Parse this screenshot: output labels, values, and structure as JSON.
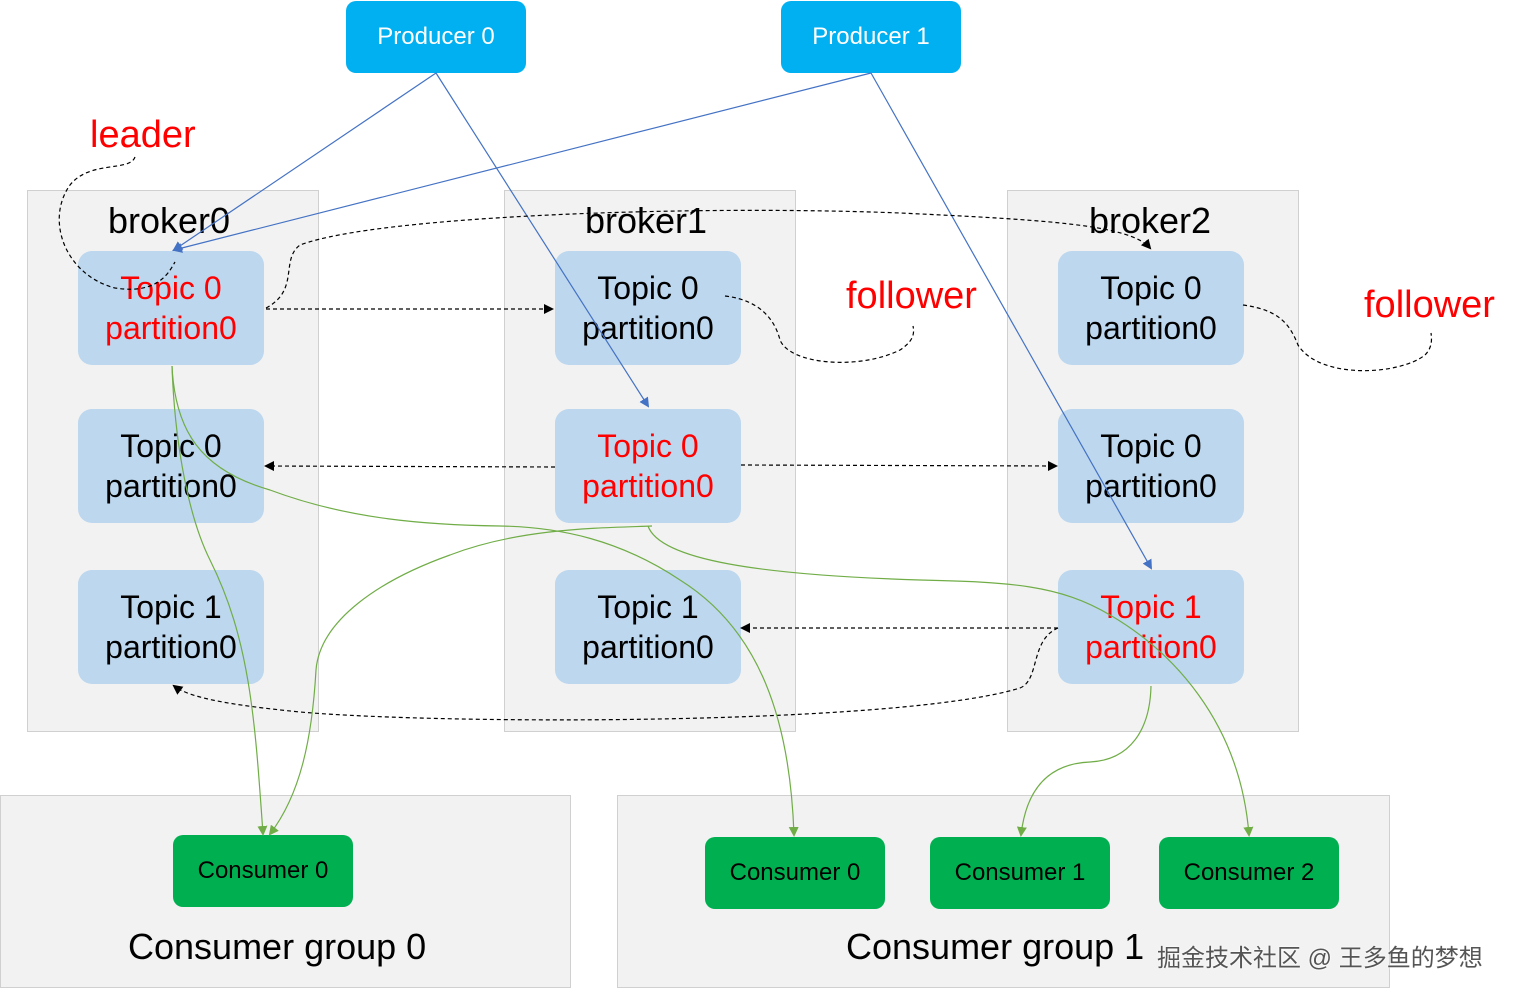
{
  "producers": [
    "Producer 0",
    "Producer 1"
  ],
  "brokers": [
    {
      "name": "broker0",
      "partitions": [
        {
          "line1": "Topic 0",
          "line2": "partition0",
          "leader": true
        },
        {
          "line1": "Topic 0",
          "line2": "partition0",
          "leader": false
        },
        {
          "line1": "Topic 1",
          "line2": "partition0",
          "leader": false
        }
      ]
    },
    {
      "name": "broker1",
      "partitions": [
        {
          "line1": "Topic 0",
          "line2": "partition0",
          "leader": false
        },
        {
          "line1": "Topic 0",
          "line2": "partition0",
          "leader": true
        },
        {
          "line1": "Topic 1",
          "line2": "partition0",
          "leader": false
        }
      ]
    },
    {
      "name": "broker2",
      "partitions": [
        {
          "line1": "Topic 0",
          "line2": "partition0",
          "leader": false
        },
        {
          "line1": "Topic 0",
          "line2": "partition0",
          "leader": false
        },
        {
          "line1": "Topic 1",
          "line2": "partition0",
          "leader": true
        }
      ]
    }
  ],
  "annotations": {
    "leader": "leader",
    "follower1": "follower",
    "follower2": "follower"
  },
  "groups": [
    {
      "name": "Consumer group 0",
      "consumers": [
        "Consumer 0"
      ]
    },
    {
      "name": "Consumer group 1",
      "consumers": [
        "Consumer 0",
        "Consumer 1",
        "Consumer 2"
      ]
    }
  ],
  "watermark": "掘金技术社区 @ 王多鱼的梦想",
  "colors": {
    "producer": "#00b0f0",
    "consumer": "#00b050",
    "partition": "#bdd7ee",
    "leader_text": "#ff0000",
    "produce_arrow": "#4472c4",
    "consume_arrow": "#70ad47"
  }
}
